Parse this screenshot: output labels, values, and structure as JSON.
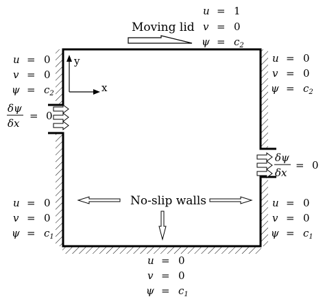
{
  "moving_lid": {
    "label": "Moving lid"
  },
  "no_slip": {
    "label": "No-slip walls"
  },
  "axes": {
    "x": "x",
    "y": "y"
  },
  "eq": "=",
  "bc_top": {
    "u_sym": "u",
    "u_val": "1",
    "v_sym": "v",
    "v_val": "0",
    "psi_sym": "ψ",
    "psi_val": "c",
    "psi_sub": "2"
  },
  "bc_left_upper": {
    "u_sym": "u",
    "u_val": "0",
    "v_sym": "v",
    "v_val": "0",
    "psi_sym": "ψ",
    "psi_val": "c",
    "psi_sub": "2"
  },
  "bc_right_upper": {
    "u_sym": "u",
    "u_val": "0",
    "v_sym": "v",
    "v_val": "0",
    "psi_sym": "ψ",
    "psi_val": "c",
    "psi_sub": "2"
  },
  "bc_left_lower": {
    "u_sym": "u",
    "u_val": "0",
    "v_sym": "v",
    "v_val": "0",
    "psi_sym": "ψ",
    "psi_val": "c",
    "psi_sub": "1"
  },
  "bc_right_lower": {
    "u_sym": "u",
    "u_val": "0",
    "v_sym": "v",
    "v_val": "0",
    "psi_sym": "ψ",
    "psi_val": "c",
    "psi_sub": "1"
  },
  "bc_bottom": {
    "u_sym": "u",
    "u_val": "0",
    "v_sym": "v",
    "v_val": "0",
    "psi_sym": "ψ",
    "psi_val": "c",
    "psi_sub": "1"
  },
  "inlet": {
    "num": "δψ",
    "den": "δx",
    "val": "0"
  },
  "outlet": {
    "num": "δψ",
    "den": "δx",
    "val": "0"
  }
}
